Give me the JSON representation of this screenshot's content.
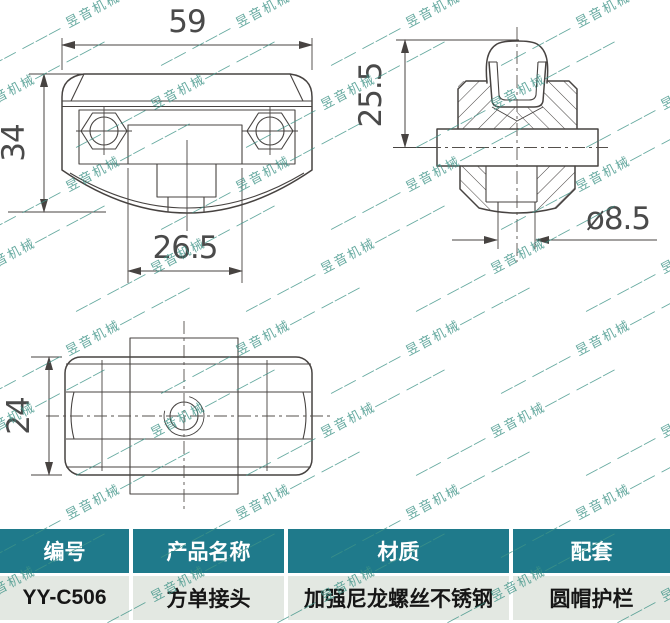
{
  "watermark": {
    "text": "昱音机械",
    "dashes": "—— ——— ",
    "color": "#3f9488"
  },
  "theme": {
    "header_bg": "#1f7a8b",
    "row_bg": "#e3e8e2",
    "line_color": "#474341",
    "dim_text_color": "#4a4a4a"
  },
  "drawing": {
    "front_view": {
      "dim_width": "59",
      "dim_height": "34",
      "dim_inner_width": "26.5"
    },
    "side_view": {
      "dim_height": "25.5",
      "dim_diameter": "ø8.5"
    },
    "top_view": {
      "dim_height": "24"
    }
  },
  "table": {
    "columns": [
      {
        "label": "编号",
        "value": "YY-C506"
      },
      {
        "label": "产品名称",
        "value": "方单接头"
      },
      {
        "label": "材质",
        "value": "加强尼龙螺丝不锈钢"
      },
      {
        "label": "配套",
        "value": "圆帽护栏"
      }
    ]
  }
}
